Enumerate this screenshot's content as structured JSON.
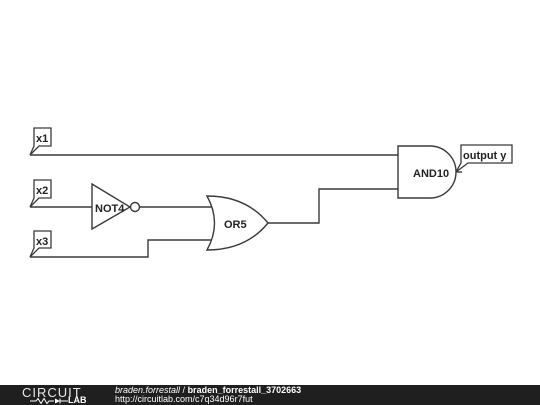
{
  "diagram": {
    "inputs": [
      {
        "label": "x1"
      },
      {
        "label": "x2"
      },
      {
        "label": "x3"
      }
    ],
    "gates": {
      "not": {
        "label": "NOT4"
      },
      "or": {
        "label": "OR5"
      },
      "and": {
        "label": "AND10"
      }
    },
    "output": {
      "label": "output y"
    }
  },
  "footer": {
    "logo_main": "CIRCUIT",
    "logo_sub": "LAB",
    "author": "braden.forrestall",
    "separator": " / ",
    "circuit_title": "braden_forrestall_3702663",
    "url": "http://circuitlab.com/c7q34d96r7fut"
  }
}
